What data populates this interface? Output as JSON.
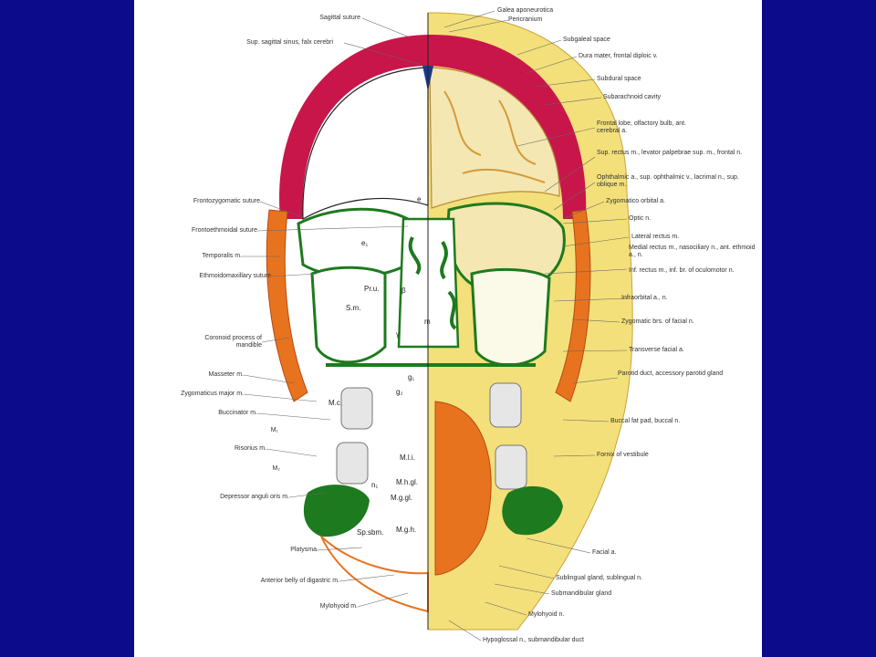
{
  "labels_left": [
    "Sagittal suture",
    "Sup. sagittal sinus, falx cerebri",
    "Frontozygomatic suture",
    "Frontoethmoidal suture",
    "Temporalis m.",
    "Ethmoidomaxillary suture",
    "Coronoid process of mandible",
    "Masseter m.",
    "Zygomaticus major m.",
    "Buccinator m.",
    "M₁",
    "Risorius m.",
    "M₂",
    "Depressor anguli oris m.",
    "Platysma",
    "Anterior belly of digastric m.",
    "Mylohyoid m."
  ],
  "labels_right": [
    "Galea aponeurotica",
    "Pericranium",
    "Subgaleal space",
    "Dura mater, frontal diploic v.",
    "Subdural space",
    "Subarachnoid cavity",
    "Frontal lobe, olfactory bulb, ant. cerebral a.",
    "Sup. rectus m., levator palpebrae sup. m., frontal n.",
    "Ophthalmic a., sup. ophthalmic v., lacrimal n., sup. oblique m.",
    "Zygomatico orbital a.",
    "Optic n.",
    "Lateral rectus m.",
    "Medial rectus m., nasociliary n., ant. ethmoid a., n.",
    "Inf. rectus m., inf. br. of oculomotor n.",
    "Infraorbital a., n.",
    "Zygomatic brs. of facial n.",
    "Transverse facial a.",
    "Parotid duct, accessory parotid gland",
    "Buccal fat pad, buccal n.",
    "Fornix of vestibule",
    "Facial a.",
    "Sublingual gland, sublingual n.",
    "Submandibular gland",
    "Mylohyoid n.",
    "Hypoglossal n., submandibular duct"
  ],
  "inner_labels": [
    "e",
    "e₁",
    "Pr.u.",
    "β",
    "S.m.",
    "m",
    "γ",
    "g₁",
    "g₂",
    "M.c.",
    "M.l.i.",
    "n₁",
    "M.h.gl.",
    "M.g.gl.",
    "M.g.h.",
    "Sp.sbm."
  ],
  "colors": {
    "frame": "#0b0b8c",
    "bone_red": "#c8164b",
    "green": "#1e7a1e",
    "yellow_fat": "#f3e07a",
    "muscle": "#e8731f",
    "brain": "#f4e7b2"
  }
}
